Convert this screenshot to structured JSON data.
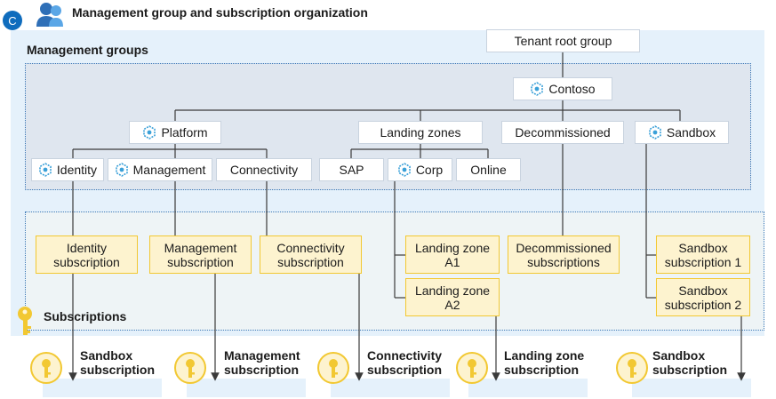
{
  "header": {
    "title": "Management group and subscription organization",
    "badge": "C"
  },
  "regions": {
    "management_groups": "Management groups",
    "subscriptions": "Subscriptions"
  },
  "groups": {
    "tenant_root": "Tenant root group",
    "contoso": "Contoso",
    "platform": "Platform",
    "landing_zones": "Landing zones",
    "decommissioned": "Decommissioned",
    "sandbox": "Sandbox",
    "identity": "Identity",
    "management": "Management",
    "connectivity": "Connectivity",
    "sap": "SAP",
    "corp": "Corp",
    "online": "Online"
  },
  "subscriptions": {
    "identity": "Identity\nsubscription",
    "management": "Management\nsubscription",
    "connectivity": "Connectivity\nsubscription",
    "lz_a1": "Landing zone\nA1",
    "lz_a2": "Landing zone\nA2",
    "decommissioned": "Decommissioned\nsubscriptions",
    "sandbox1": "Sandbox\nsubscription 1",
    "sandbox2": "Sandbox\nsubscription 2"
  },
  "bottom_items": [
    {
      "line1": "Sandbox",
      "line2": "subscription"
    },
    {
      "line1": "Management",
      "line2": "subscription"
    },
    {
      "line1": "Connectivity",
      "line2": "subscription"
    },
    {
      "line1": "Landing zone",
      "line2": "subscription"
    },
    {
      "line1": "Sandbox",
      "line2": "subscription"
    }
  ],
  "colors": {
    "outer_bg": "#e5f1fb",
    "mg_region_bg": "#dfe6ef",
    "sub_region_bg": "#eef4f6",
    "region_border": "#3a78b8",
    "sub_fill": "#fdf3cf",
    "sub_border": "#f2c832",
    "mg_icon": "#3aa0d8",
    "key": "#f2c832",
    "badge": "#0f6cbd"
  },
  "icons": [
    "management-group-icon",
    "key-icon",
    "users-icon"
  ]
}
